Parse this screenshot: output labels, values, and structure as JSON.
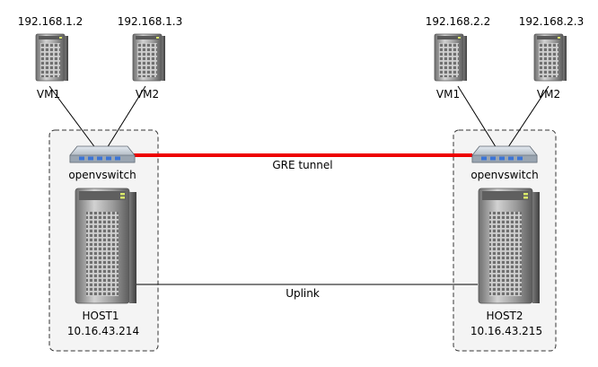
{
  "hosts": [
    {
      "name": "HOST1",
      "ip": "10.16.43.214",
      "switch_label": "openvswitch",
      "vms": [
        {
          "name": "VM1",
          "ip": "192.168.1.2"
        },
        {
          "name": "VM2",
          "ip": "192.168.1.3"
        }
      ]
    },
    {
      "name": "HOST2",
      "ip": "10.16.43.215",
      "switch_label": "openvswitch",
      "vms": [
        {
          "name": "VM1",
          "ip": "192.168.2.2"
        },
        {
          "name": "VM2",
          "ip": "192.168.2.3"
        }
      ]
    }
  ],
  "links": {
    "tunnel_label": "GRE tunnel",
    "uplink_label": "Uplink"
  },
  "colors": {
    "tunnel": "#ee0000",
    "box_border": "#333333",
    "box_fill": "#f4f4f4",
    "server_body": "#8a8a8a",
    "switch_body": "#b8c2cc",
    "port_led": "#3b74d6"
  }
}
